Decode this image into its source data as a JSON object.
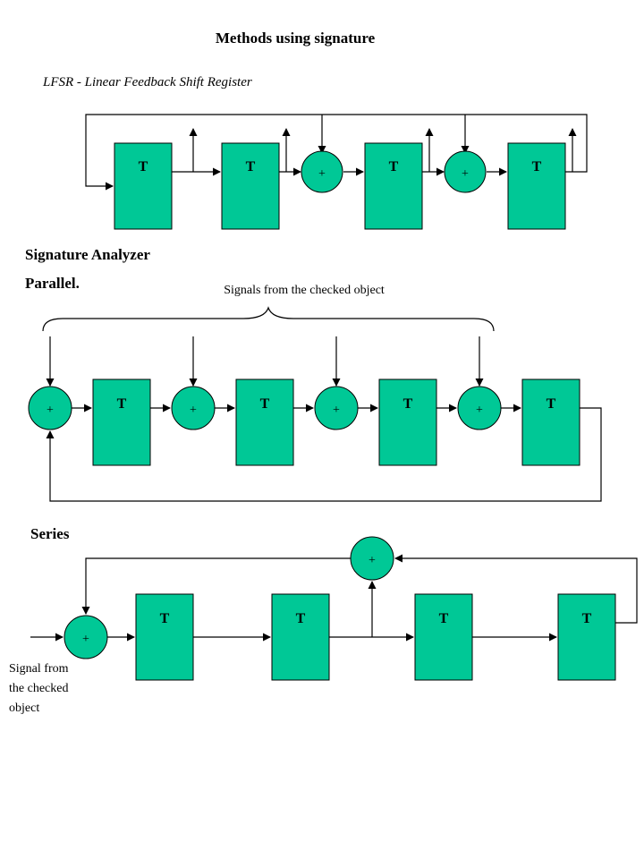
{
  "title": "Methods using signature",
  "lfsr": {
    "subtitle": "LFSR - Linear Feedback Shift Register",
    "register_label": "T",
    "xor_label": "+"
  },
  "parallel": {
    "heading1": "Signature Analyzer",
    "heading2": "Parallel.",
    "caption": "Signals from the checked object",
    "register_label": "T",
    "xor_label": "+"
  },
  "series": {
    "heading": "Series",
    "input_caption": [
      "Signal from",
      "the checked",
      "object"
    ],
    "register_label": "T",
    "xor_label": "+"
  },
  "colors": {
    "block_fill": "#00c896",
    "line": "#000000"
  }
}
